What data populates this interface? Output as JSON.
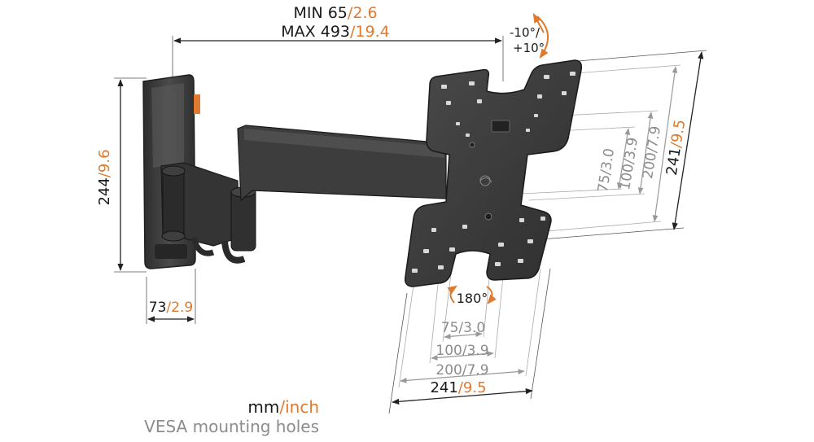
{
  "labels": {
    "min": {
      "prefix": "MIN 65",
      "sep": "/",
      "suffix": "2.6"
    },
    "max": {
      "prefix": "MAX 493",
      "sep": "/",
      "suffix": "19.4"
    },
    "tilt": {
      "top": "-10°/",
      "bottom": "+10°"
    },
    "height_left": {
      "prefix": "244",
      "sep": "/",
      "suffix": "9.6"
    },
    "depth_bottom": {
      "prefix": "73",
      "sep": "/",
      "suffix": "2.9"
    },
    "rotation": "180°",
    "v75": "75/3.0",
    "v100": "100/3.9",
    "v200": "200/7.9",
    "v241": {
      "prefix": "241",
      "sep": "/",
      "suffix": "9.5"
    },
    "h75": "75/3.0",
    "h100": "100/3.9",
    "h200": "200/7.9",
    "h241": {
      "prefix": "241",
      "sep": "/",
      "suffix": "9.5"
    }
  },
  "legend": {
    "units_mm": "mm",
    "units_sep": "/",
    "units_inch": "inch",
    "vesa": "VESA mounting holes"
  },
  "colors": {
    "accent": "#e07a2f",
    "bracket": "#3a3a3a",
    "text_gray": "#8c8c8c"
  }
}
